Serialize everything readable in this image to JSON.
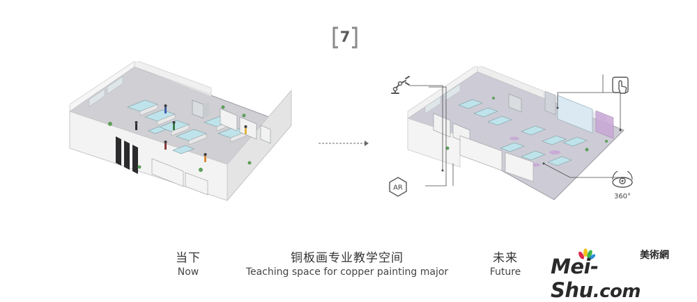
{
  "figure_number": "7",
  "arrow_icon": "right-arrow-icon",
  "captions": {
    "now_zh": "当下",
    "now_en": "Now",
    "title_zh": "铜板画专业教学空间",
    "title_en": "Teaching space for copper painting major",
    "future_zh": "未来",
    "future_en": "Future"
  },
  "callouts": {
    "ar": "AR",
    "vr360": "360°",
    "robot_icon": "robot-arm-icon",
    "touch_icon": "touch-hand-icon"
  },
  "logo": {
    "word": "Mei-Shu",
    "suffix": ".com",
    "cn": "美術網"
  },
  "colors": {
    "floor": "#cfcfd4",
    "wall": "#f3f3f3",
    "wall_side": "#e2e2e2",
    "desk_top": "#bfe3ea",
    "accent_pink": "#c9a7d6",
    "logo_red": "#e0284a",
    "logo_yellow": "#f3c21b",
    "logo_green": "#3ab54a",
    "logo_blue": "#2b8fd6"
  }
}
